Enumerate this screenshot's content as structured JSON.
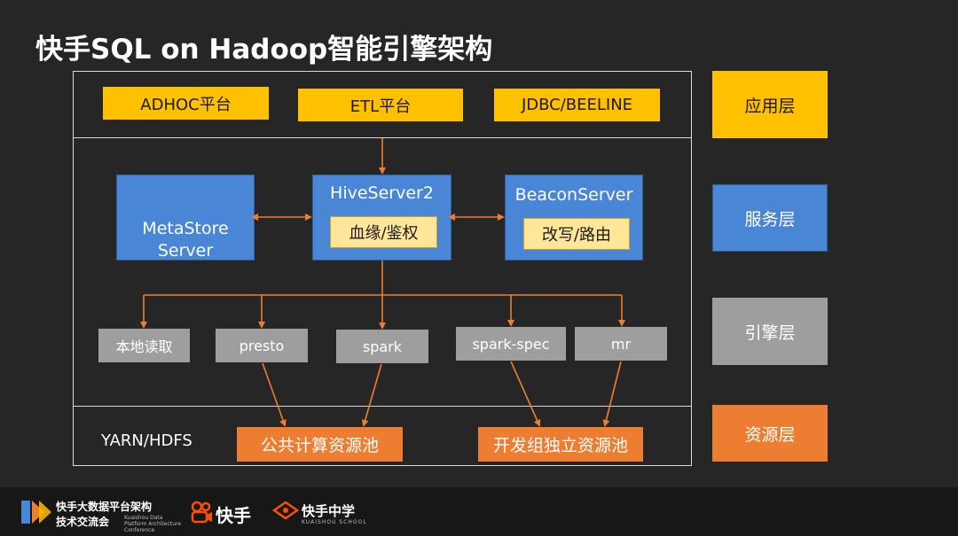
{
  "title": "快手SQL on Hadoop智能引擎架构",
  "apps": [
    "ADHOC平台",
    "ETL平台",
    "JDBC/BEELINE"
  ],
  "services": {
    "metastore": "MetaStore\nServer",
    "hiveserver": "HiveServer2",
    "hiveserver_inner": "血缘/鉴权",
    "beacon": "BeaconServer",
    "beacon_inner": "改写/路由"
  },
  "engines": [
    "本地读取",
    "presto",
    "spark",
    "spark-spec",
    "mr"
  ],
  "resources": {
    "yarn": "YARN/HDFS",
    "shared_pool": "公共计算资源池",
    "dev_pool": "开发组独立资源池"
  },
  "layers": [
    "应用层",
    "服务层",
    "引擎层",
    "资源层"
  ],
  "colors": {
    "app_yellow": "#ffc000",
    "service_blue": "#4a86d6",
    "engine_gray": "#9e9e9e",
    "resource_orange": "#ed7d31",
    "arrow_orange": "#ed7d31"
  },
  "footer": {
    "conf_title_1": "快手大数据平台架构",
    "conf_title_2": "技术交流会",
    "conf_sub": "Kuaishou Data Platform Architecture Conference",
    "brand": "快手",
    "school": "快手中学",
    "school_sub": "KUAISHOU SCHOOL"
  }
}
